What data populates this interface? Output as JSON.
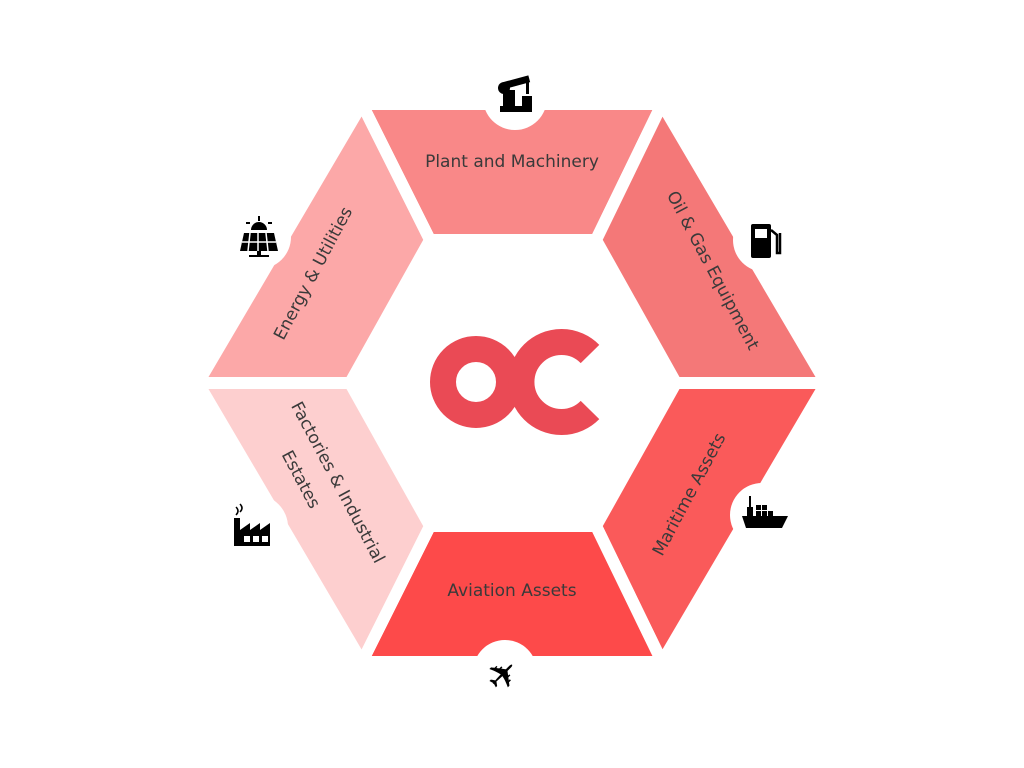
{
  "diagram": {
    "logo_text": "OC",
    "segments": [
      {
        "label": "Plant and Machinery",
        "icon": "robot-arm-icon",
        "color": "#f98888"
      },
      {
        "label": "Oil & Gas Equipment",
        "icon": "fuel-pump-icon",
        "color": "#f47878"
      },
      {
        "label": "Maritime Assets",
        "icon": "cargo-ship-icon",
        "color": "#fa5a5a"
      },
      {
        "label": "Aviation Assets",
        "icon": "airplane-icon",
        "color": "#fd4a4a"
      },
      {
        "label_line1": "Factories & Industrial",
        "label_line2": "Estates",
        "icon": "factory-icon",
        "color": "#fdcfcf"
      },
      {
        "label": "Energy & Utilities",
        "icon": "solar-panel-icon",
        "color": "#fca8a8"
      }
    ],
    "logo_color": "#ea4a55"
  }
}
